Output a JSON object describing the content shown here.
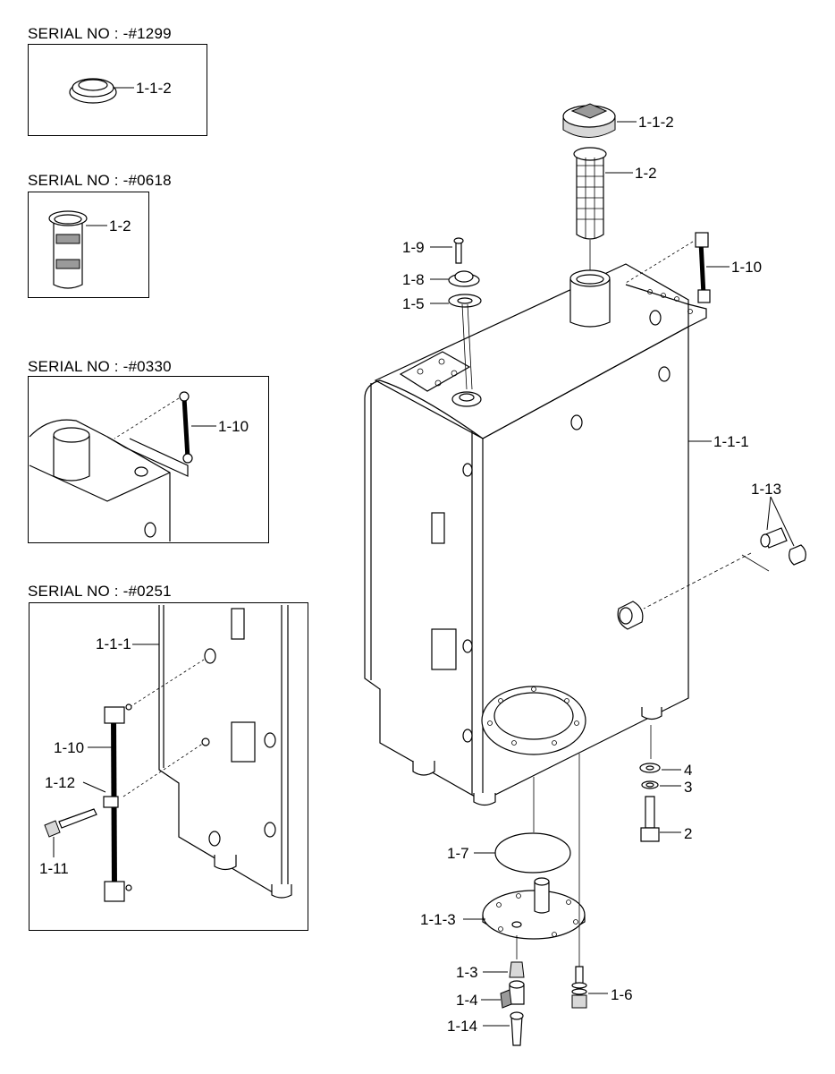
{
  "insets": [
    {
      "serial": "SERIAL NO : -#1299",
      "labels": [
        "1-1-2"
      ]
    },
    {
      "serial": "SERIAL NO : -#0618",
      "labels": [
        "1-2"
      ]
    },
    {
      "serial": "SERIAL NO : -#0330",
      "labels": [
        "1-10"
      ]
    },
    {
      "serial": "SERIAL NO : -#0251",
      "labels": [
        "1-1-1",
        "1-10",
        "1-12",
        "1-11"
      ]
    }
  ],
  "main_labels": {
    "cap": "1-1-2",
    "strainer": "1-2",
    "bolt_top": "1-9",
    "gauge": "1-8",
    "gasket": "1-5",
    "rod": "1-10",
    "tank": "1-1-1",
    "fittings": "1-13",
    "washer_a": "4",
    "washer_b": "3",
    "bolt": "2",
    "gasket_bottom": "1-7",
    "cover": "1-1-3",
    "plug": "1-3",
    "cock": "1-4",
    "bolt_cover": "1-6",
    "nipple": "1-14"
  }
}
